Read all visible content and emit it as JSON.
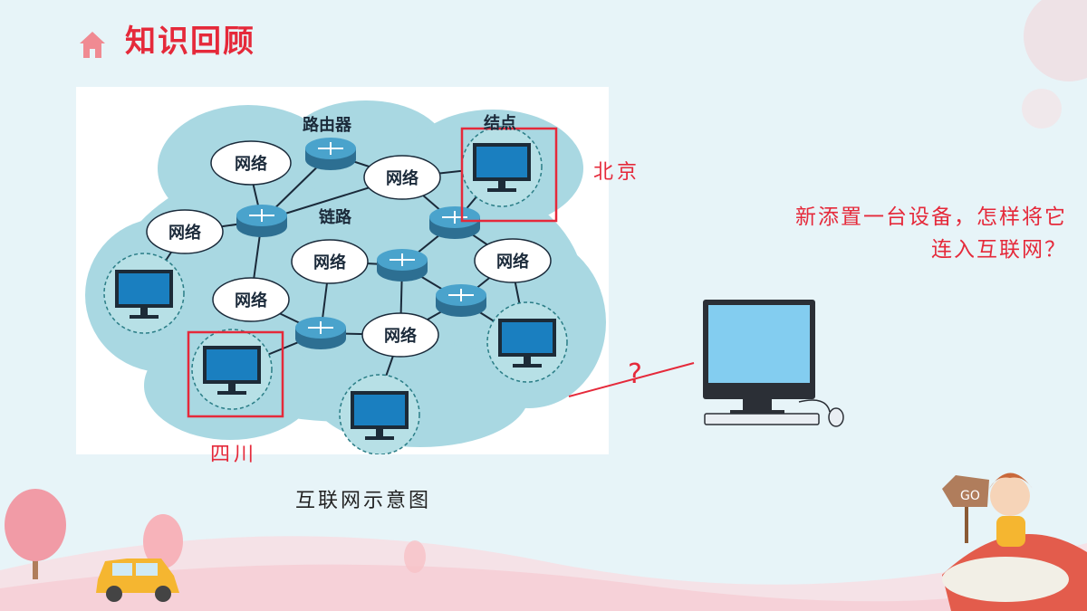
{
  "slide": {
    "title": "知识回顾"
  },
  "diagram": {
    "labels": {
      "router": "路由器",
      "node": "结点",
      "link": "链路",
      "network": "网络"
    },
    "caption": "互联网示意图"
  },
  "annotations": {
    "beijing": "北京",
    "sichuan": "四川",
    "question_line1": "新添置一台设备，怎样将它",
    "question_line2": "连入互联网？",
    "question_mark": "?"
  },
  "decor": {
    "sign_text": "GO"
  },
  "colors": {
    "accent": "#e5293a",
    "cloud": "#a9d8e2",
    "router": "#3f8fb5",
    "screen": "#1a7fc0"
  }
}
